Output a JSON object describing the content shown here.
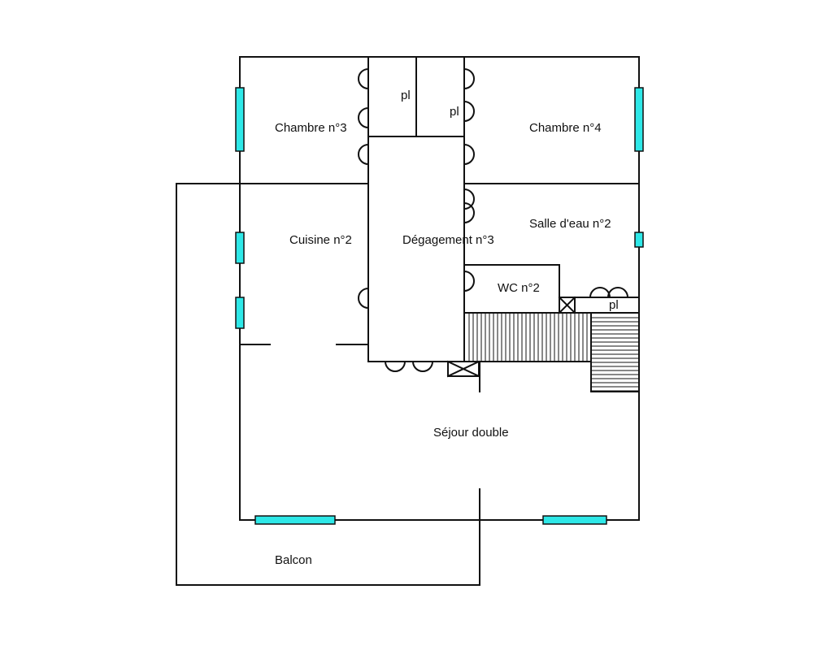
{
  "colors": {
    "wall": "#111111",
    "window": "#2ee8e8",
    "background": "#ffffff"
  },
  "rooms": {
    "chambre3": "Chambre n°3",
    "chambre4": "Chambre n°4",
    "cuisine2": "Cuisine n°2",
    "degagement3": "Dégagement n°3",
    "salle_eau2": "Salle d'eau n°2",
    "wc2": "WC n°2",
    "sejour": "Séjour double",
    "balcon": "Balcon"
  },
  "closets": {
    "pl_left": "pl",
    "pl_right": "pl",
    "pl_bottom": "pl"
  },
  "icons": {
    "vent": "ventilation-cross-icon",
    "stairs": "staircase-hatching"
  }
}
